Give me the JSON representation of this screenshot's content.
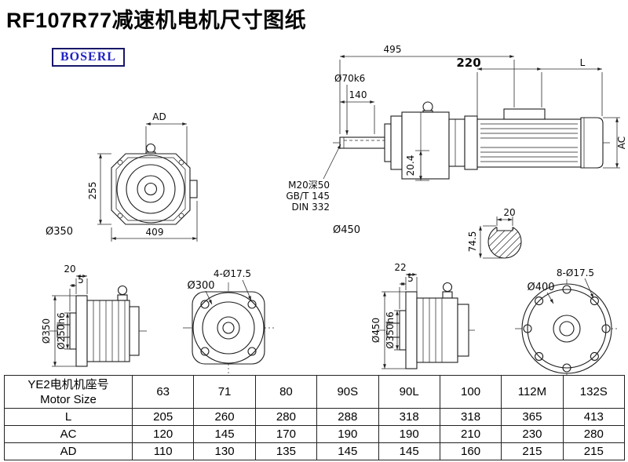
{
  "title": "RF107R77减速机电机尺寸图纸",
  "logo_text": "BOSERL",
  "drawings": {
    "front_view": {
      "dim_ad": "AD",
      "dim_height": "255",
      "dim_width": "409",
      "label_housing_dia": "Ø350"
    },
    "side_assembly": {
      "dim_total": "495",
      "dim_shaft_len": "140",
      "label_shaft_dia": "Ø70k6",
      "dim_adapter": "220",
      "dim_motor_len": "L",
      "dim_motor_height": "AC",
      "dim_keyway": "20.4",
      "thread_spec_1": "M20深50",
      "thread_spec_2": "GB/T 145",
      "thread_spec_3": "DIN 332",
      "label_flange_dia": "Ø450"
    },
    "shaft_section": {
      "dim_key_width": "20",
      "dim_key_height": "74.5"
    },
    "side_view_b5_small": {
      "dim_flange_thickness": "20",
      "dim_spigot": "5",
      "label_flange_dia": "Ø350",
      "label_spigot_dia": "Ø250h6"
    },
    "flange_front_small": {
      "label_holes": "4-Ø17.5",
      "label_bolt_circle": "Ø300"
    },
    "side_view_b5_large": {
      "dim_flange_thickness": "22",
      "dim_spigot": "5",
      "label_flange_dia": "Ø450",
      "label_spigot_dia": "Ø350h6"
    },
    "flange_front_large": {
      "label_holes": "8-Ø17.5",
      "label_bolt_circle": "Ø400"
    }
  },
  "table": {
    "header_label_line1": "YE2电机机座号",
    "header_label_line2": "Motor Size",
    "sizes": [
      "63",
      "71",
      "80",
      "90S",
      "90L",
      "100",
      "112M",
      "132S"
    ],
    "rows": [
      {
        "label": "L",
        "values": [
          "205",
          "260",
          "280",
          "288",
          "318",
          "318",
          "365",
          "413"
        ]
      },
      {
        "label": "AC",
        "values": [
          "120",
          "145",
          "170",
          "190",
          "190",
          "210",
          "230",
          "280"
        ]
      },
      {
        "label": "AD",
        "values": [
          "110",
          "130",
          "135",
          "145",
          "145",
          "160",
          "215",
          "215"
        ]
      }
    ]
  }
}
